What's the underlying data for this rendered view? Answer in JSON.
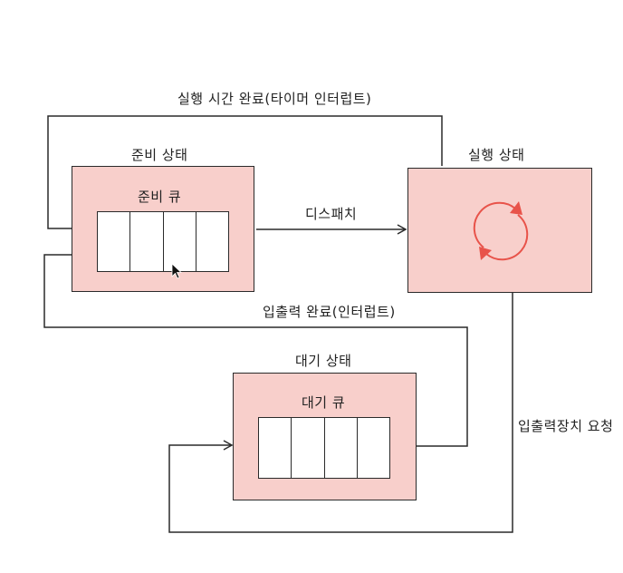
{
  "states": {
    "ready": {
      "title": "준비 상태",
      "queue_label": "준비 큐",
      "queue_cells": 4
    },
    "running": {
      "title": "실행 상태"
    },
    "waiting": {
      "title": "대기 상태",
      "queue_label": "대기 큐",
      "queue_cells": 4
    }
  },
  "transitions": {
    "timeout": "실행 시간 완료(타이머 인터럽트)",
    "dispatch": "디스패치",
    "io_complete": "입출력 완료(인터럽트)",
    "io_request": "입출력장치 요청"
  },
  "colors": {
    "box_fill": "#f8cfcb",
    "cycle_arrow": "#e8534a",
    "line": "#2a2a2a"
  }
}
